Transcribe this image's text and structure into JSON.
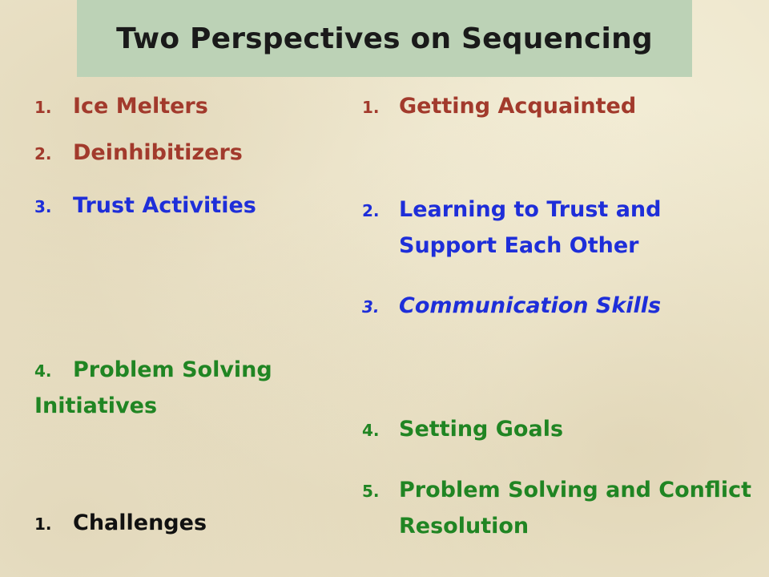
{
  "title": "Two Perspectives on Sequencing",
  "colors": {
    "title_bar": "#bcd2b6",
    "red": "#a23a2c",
    "blue": "#1e2ed9",
    "green": "#208523",
    "black": "#111111",
    "background": "#efe8cf"
  },
  "left_list": [
    {
      "num": "1.",
      "label": "Ice Melters",
      "color": "red"
    },
    {
      "num": "2.",
      "label": "Deinhibitizers",
      "color": "red"
    },
    {
      "num": "3.",
      "label": "Trust Activities",
      "color": "blue"
    },
    {
      "num": "4.",
      "label_line1": "Problem Solving",
      "label_line2": "Initiatives",
      "color": "green"
    },
    {
      "num": "1.",
      "label": "Challenges",
      "color": "black"
    }
  ],
  "right_list": [
    {
      "num": "1.",
      "label": "Getting Acquainted",
      "color": "red"
    },
    {
      "num": "2.",
      "label_line1": "Learning to Trust and",
      "label_line2": "Support Each Other",
      "color": "blue"
    },
    {
      "num": "3.",
      "label": "Communication Skills",
      "color": "blue",
      "italic": true
    },
    {
      "num": "4.",
      "label": "Setting Goals",
      "color": "green"
    },
    {
      "num": "5.",
      "label_line1": "Problem Solving and Conflict",
      "label_line2": "Resolution",
      "color": "green"
    }
  ]
}
